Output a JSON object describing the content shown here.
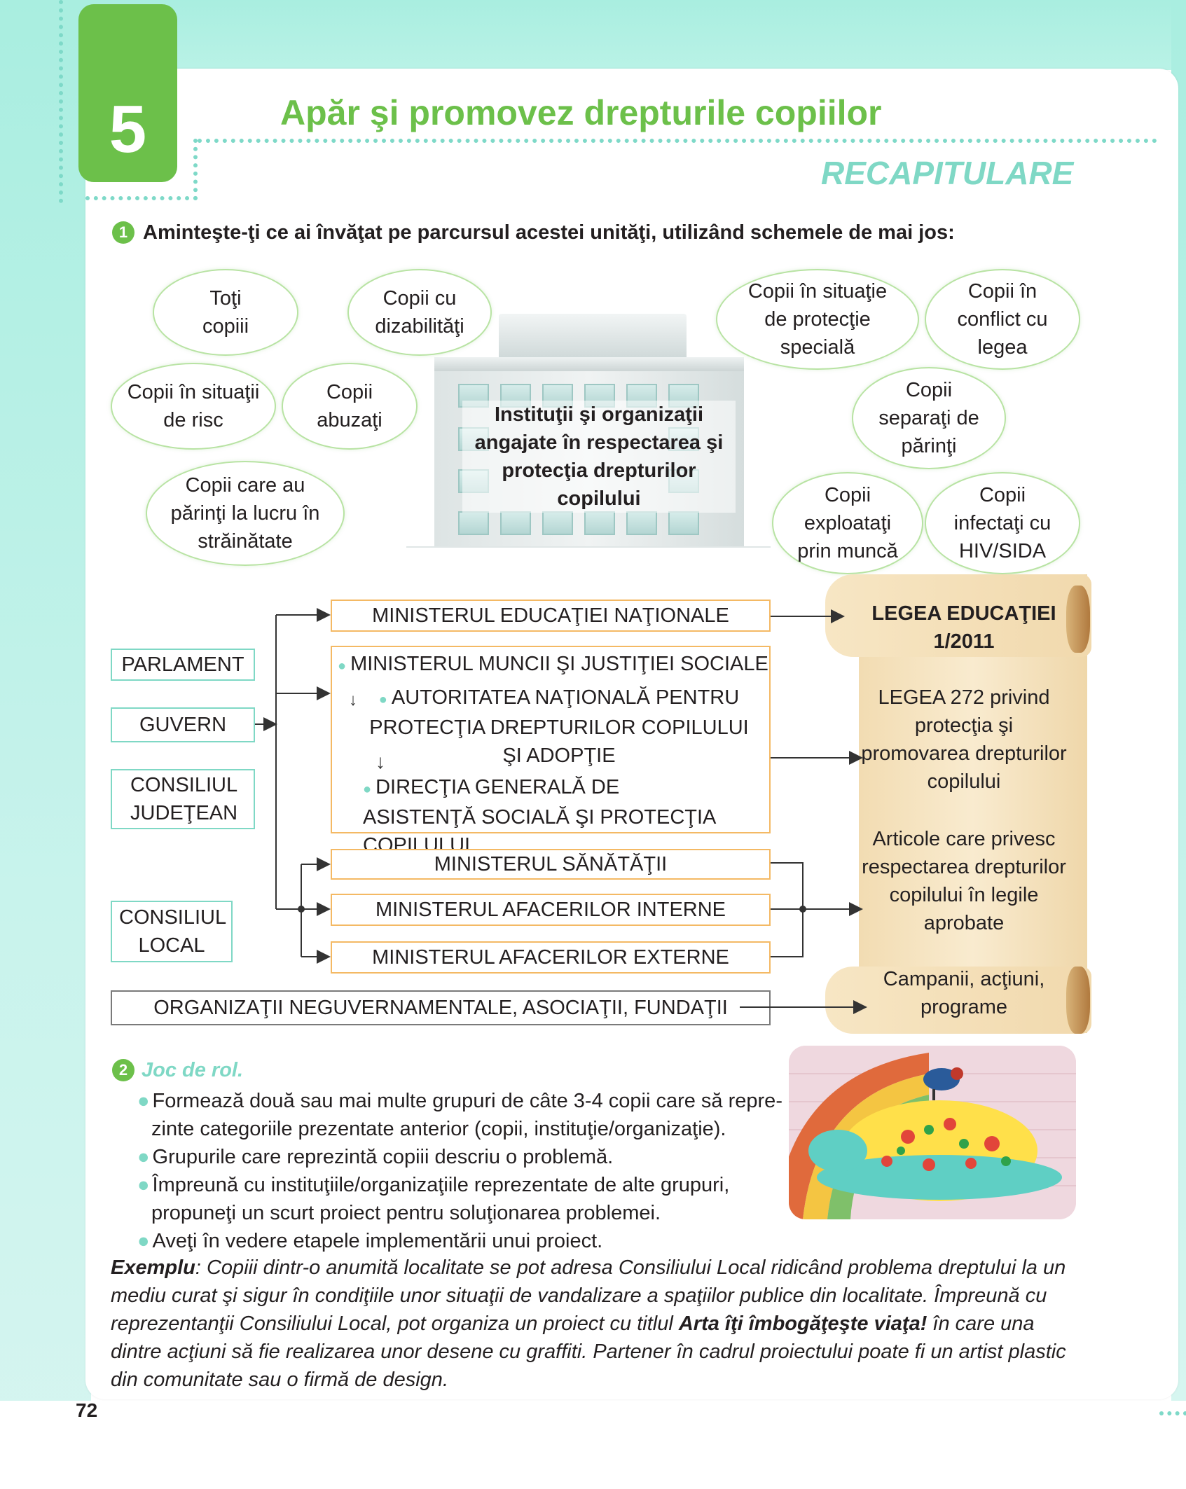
{
  "unit": {
    "number": "5",
    "title": "Apăr şi promovez drepturile copiilor",
    "subtitle": "RECAPITULARE"
  },
  "exercise1": {
    "number": "1",
    "instruction": "Aminteşte-ţi ce ai învăţat pe parcursul acestei unităţi, utilizând schemele de mai jos:",
    "groups": [
      "Toţi copiii",
      "Copii cu dizabilităţi",
      "Copii în situaţii de risc",
      "Copii abuzaţi",
      "Copii care au părinţi la lucru în străinătate",
      "Copii în situaţie de protecţie specială",
      "Copii în conflict cu legea",
      "Copii separaţi de părinţi",
      "Copii exploataţi prin muncă",
      "Copii infectaţi cu HIV/SIDA"
    ],
    "center_label": "Instituţii şi organizaţii angajate în respectarea şi protecţia drepturilor copilului",
    "authorities": [
      "PARLAMENT",
      "GUVERN",
      "CONSILIUL JUDEŢEAN",
      "CONSILIUL LOCAL"
    ],
    "ministries": {
      "education": "MINISTERUL EDUCAŢIEI NAŢIONALE",
      "labour": "MINISTERUL MUNCII ŞI JUSTIŢIEI SOCIALE",
      "authority": "AUTORITATEA NAŢIONALĂ PENTRU PROTECŢIA DREPTURILOR COPILULUI ŞI ADOPŢIE",
      "directorate": "DIRECŢIA GENERALĂ DE ASISTENŢĂ SOCIALĂ ŞI PROTECŢIA COPILULUI",
      "health": "MINISTERUL SĂNĂTĂŢII",
      "interior": "MINISTERUL AFACERILOR INTERNE",
      "foreign": "MINISTERUL AFACERILOR EXTERNE",
      "ngo": "ORGANIZAŢII NEGUVERNAMENTALE, ASOCIAŢII, FUNDAŢII"
    },
    "scroll": {
      "law_education": "LEGEA EDUCAŢIEI 1/2011",
      "law_272": "LEGEA 272 privind protecţia şi promovarea drepturilor copilului",
      "articles": "Articole care privesc respectarea drepturilor copilului în legile aprobate",
      "campaigns": "Campanii, acţiuni, programe"
    }
  },
  "exercise2": {
    "number": "2",
    "title": "Joc de rol.",
    "items": [
      "Formează două sau mai multe grupuri de câte 3-4 copii care să repre-",
      "zinte categoriile prezentate anterior (copii, instituţie/organizaţie).",
      "Grupurile care reprezintă copiii descriu o problemă.",
      "Împreună cu instituţiile/organizaţiile reprezentate de alte grupuri,",
      "propuneţi un scurt proiect pentru soluţionarea problemei.",
      "Aveţi în vedere etapele implementării unui proiect."
    ],
    "example_label": "Exemplu",
    "example_text_1": ": Copiii dintr-o anumită localitate se pot adresa Consiliului Local ridicând problema dreptului la un mediu curat şi sigur în condiţiile unor situaţii de vandalizare a spaţiilor publice din localitate. Împreună cu reprezentanţii Consiliului Local, pot organiza un proiect cu titlul ",
    "example_bold": "Arta îţi îmbogăţeşte viaţa!",
    "example_text_2": " în care una dintre acţiuni să fie realizarea unor desene cu graffiti. Partener în cadrul proiectului poate fi un artist plastic din comunitate sau o firmă de design."
  },
  "page_number": "72",
  "colors": {
    "green": "#6cc04a",
    "teal": "#7fd8c5",
    "orange": "#f4b964",
    "mint": "#a9eee0"
  }
}
